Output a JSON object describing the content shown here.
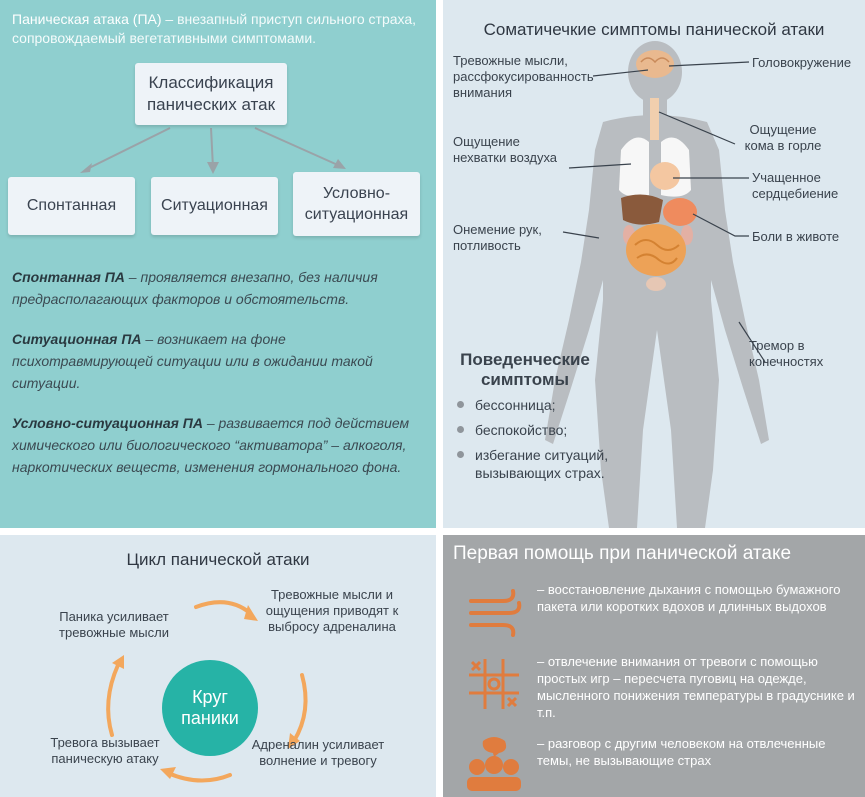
{
  "classification": {
    "intro_term": "Паническая атака (ПА)",
    "intro_text": " – внезапный приступ сильного страха, сопровождаемый вегетативными симптомами.",
    "title": "Классификация панических атак",
    "types": [
      "Спонтанная",
      "Ситуационная",
      "Условно-ситуационная"
    ],
    "definitions": [
      {
        "term": "Спонтанная ПА",
        "text": " – проявляется внезапно, без наличия предрасполагающих факторов и обстоятельств."
      },
      {
        "term": "Ситуационная ПА",
        "text": " – возникает на фоне психотравмирующей ситуации или в ожидании такой ситуации."
      },
      {
        "term": "Условно-ситуационная ПА",
        "text": " – развивается под действием химического или биологического “активатора” – алкоголя, наркотических веществ, изменения гормонального фона."
      }
    ]
  },
  "symptoms": {
    "title": "Соматичечкие симптомы панической атаки",
    "labels": {
      "anxious_thoughts": "Тревожные мысли, рассфокусированность внимания",
      "dizziness": "Головокружение",
      "throat_lump": "Ощущение кома в горле",
      "air_shortage": "Ощущение нехватки воздуха",
      "heartbeat": "Учащенное сердцебиение",
      "numbness": "Онемение рук, потливость",
      "stomach_pain": "Боли в животе",
      "tremor": "Тремор в конечностях"
    },
    "behavioral_title": "Поведенческие симптомы",
    "behavioral_items": [
      "бессонница;",
      "беспокойство;",
      "избегание ситуаций, вызывающих страх."
    ]
  },
  "cycle": {
    "title": "Цикл панической атаки",
    "center": "Круг паники",
    "steps": [
      "Тревожные мысли и ощущения приводят к выбросу адреналина",
      "Адреналин усиливает волнение и тревогу",
      "Тревога вызывает паническую атаку",
      "Паника усиливает тревожные мысли"
    ]
  },
  "first_aid": {
    "title": "Первая помощь при панической атаке",
    "items": [
      {
        "icon": "breath-icon",
        "text": "– восстановление дыхания с помощью бумажного пакета или коротких вдохов и длинных выдохов"
      },
      {
        "icon": "game-icon",
        "text": "– отвлечение внимания от тревоги с помощью простых игр – пересчета пуговиц на одежде, мысленного понижения температуры в градуснике и т.п."
      },
      {
        "icon": "conversation-icon",
        "text": "– разговор с другим человеком на отвлеченные темы, не вызывающие страх"
      }
    ]
  },
  "colors": {
    "teal_panel": "#8fcfcf",
    "light_panel": "#dde8ef",
    "gray_panel": "#a3a6a8",
    "accent_teal": "#26b3a6",
    "accent_orange": "#f3a75c",
    "icon_orange": "#e07c3e"
  }
}
